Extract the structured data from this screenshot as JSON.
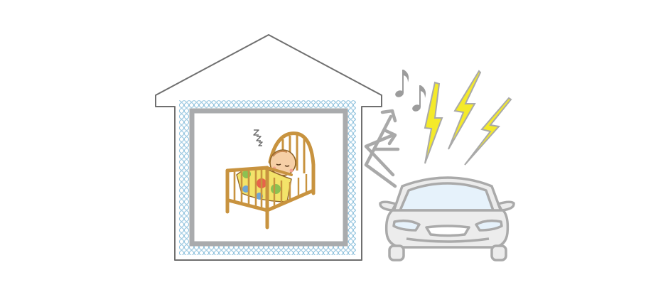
{
  "scene": {
    "description_visible_text": "",
    "elements": [
      "house",
      "insulation-layer",
      "inner-wall",
      "baby-crib",
      "sleeping-baby",
      "sleep-zzz",
      "car",
      "noise-arrows",
      "music-notes",
      "lightning-bolts"
    ]
  },
  "colors": {
    "outline": "#6f6f6f",
    "wall_gray": "#a9abad",
    "insulation_blue": "#7fb9d8",
    "crib_wood": "#c8933f",
    "crib_wood_dark": "#8f6428",
    "blanket_yellow": "#f3e36a",
    "dot_green": "#8cc152",
    "dot_red": "#e8634a",
    "dot_blue": "#6fa6d6",
    "baby_skin": "#f6cfa6",
    "car_body": "#ececec",
    "car_outline": "#aaaaaa",
    "car_glass": "#e6f2fb",
    "bolt_yellow": "#f4ea2a",
    "bolt_outline": "#a9a9a9"
  },
  "icons": {
    "house": "house-icon",
    "crib": "crib-icon",
    "car": "car-icon",
    "note": "music-note-icon",
    "bolt": "lightning-icon"
  }
}
